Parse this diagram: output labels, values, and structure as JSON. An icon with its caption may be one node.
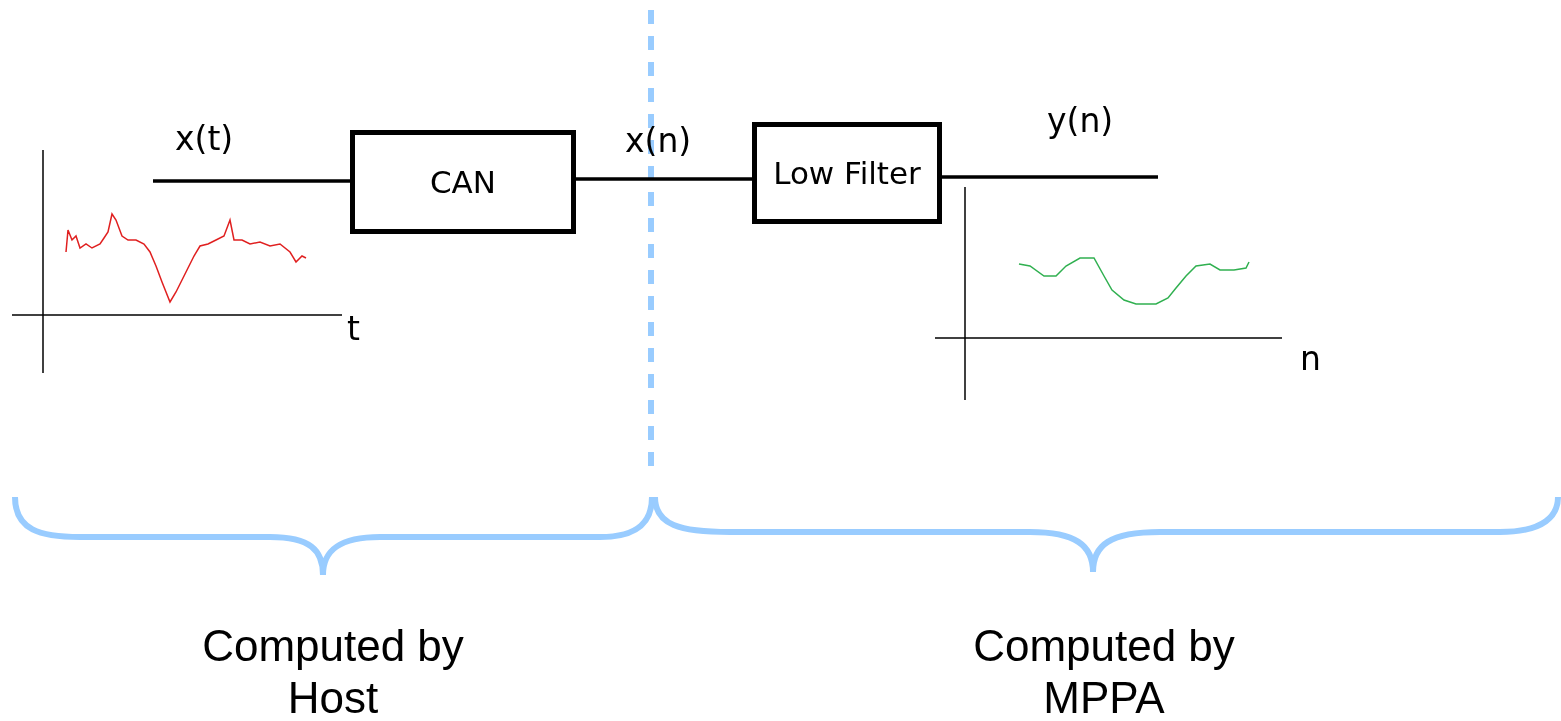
{
  "diagram": {
    "nodes": [
      {
        "text": [
          "CAN"
        ]
      },
      {
        "text": [
          "Low Filter"
        ]
      }
    ],
    "edges": [
      {
        "from": null,
        "to": 0,
        "arrow": "none",
        "label": "x(t)"
      },
      {
        "from": 0,
        "to": 1,
        "arrow": "none",
        "label": "x(n)"
      },
      {
        "from": 1,
        "to": null,
        "arrow": "none",
        "label": "y(n)"
      }
    ],
    "labels": [
      "t",
      "n",
      "Computed by Host",
      "Computed by MPPA"
    ]
  }
}
